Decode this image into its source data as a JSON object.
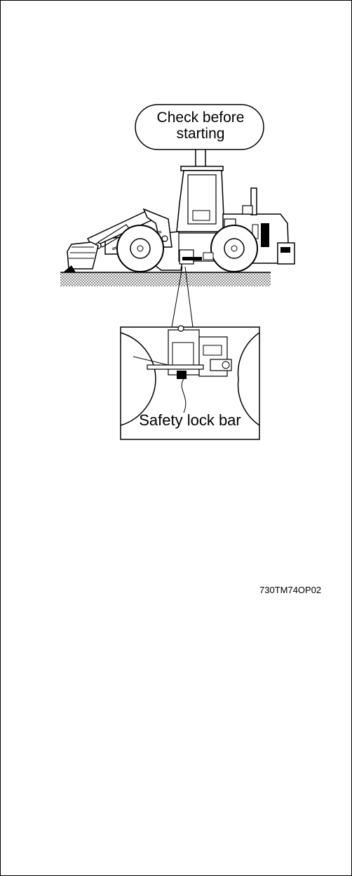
{
  "sign": {
    "line1": "Check before",
    "line2": "starting"
  },
  "inset": {
    "label": "Safety lock bar"
  },
  "figure_code": "730TM74OP02"
}
